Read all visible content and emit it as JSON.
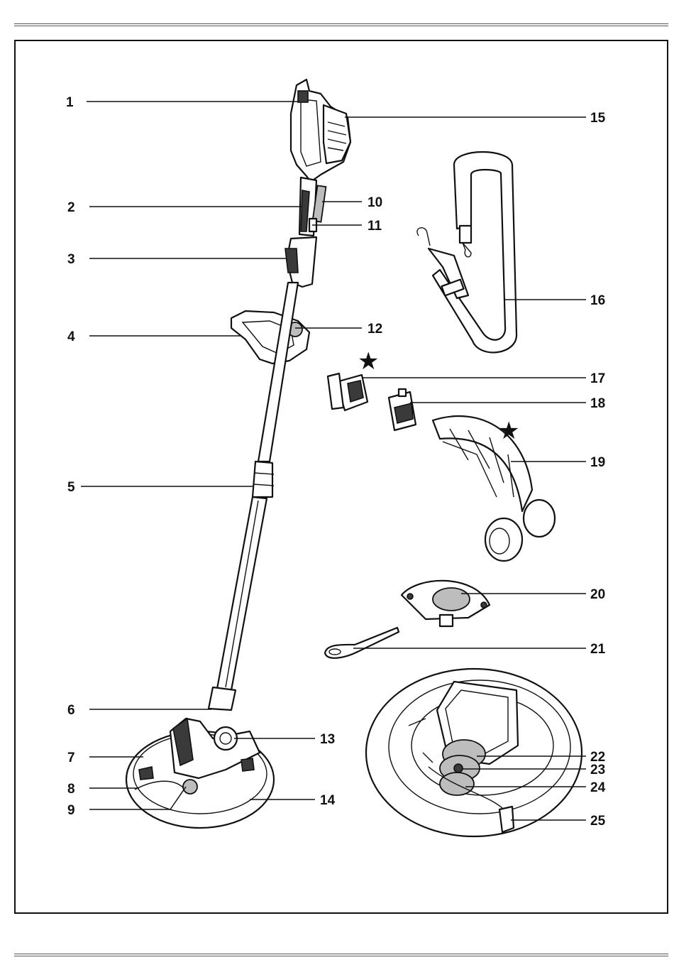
{
  "labels": [
    {
      "id": "1",
      "text": "1"
    },
    {
      "id": "2",
      "text": "2"
    },
    {
      "id": "3",
      "text": "3"
    },
    {
      "id": "4",
      "text": "4"
    },
    {
      "id": "5",
      "text": "5"
    },
    {
      "id": "6",
      "text": "6"
    },
    {
      "id": "7",
      "text": "7"
    },
    {
      "id": "8",
      "text": "8"
    },
    {
      "id": "9",
      "text": "9"
    },
    {
      "id": "10",
      "text": "10"
    },
    {
      "id": "11",
      "text": "11"
    },
    {
      "id": "12",
      "text": "12"
    },
    {
      "id": "13",
      "text": "13"
    },
    {
      "id": "14",
      "text": "14"
    },
    {
      "id": "15",
      "text": "15"
    },
    {
      "id": "16",
      "text": "16"
    },
    {
      "id": "17",
      "text": "17"
    },
    {
      "id": "18",
      "text": "18"
    },
    {
      "id": "19",
      "text": "19"
    },
    {
      "id": "20",
      "text": "20"
    },
    {
      "id": "21",
      "text": "21"
    },
    {
      "id": "22",
      "text": "22"
    },
    {
      "id": "23",
      "text": "23"
    },
    {
      "id": "24",
      "text": "24"
    },
    {
      "id": "25",
      "text": "25"
    }
  ],
  "markers": {
    "star": "★"
  }
}
